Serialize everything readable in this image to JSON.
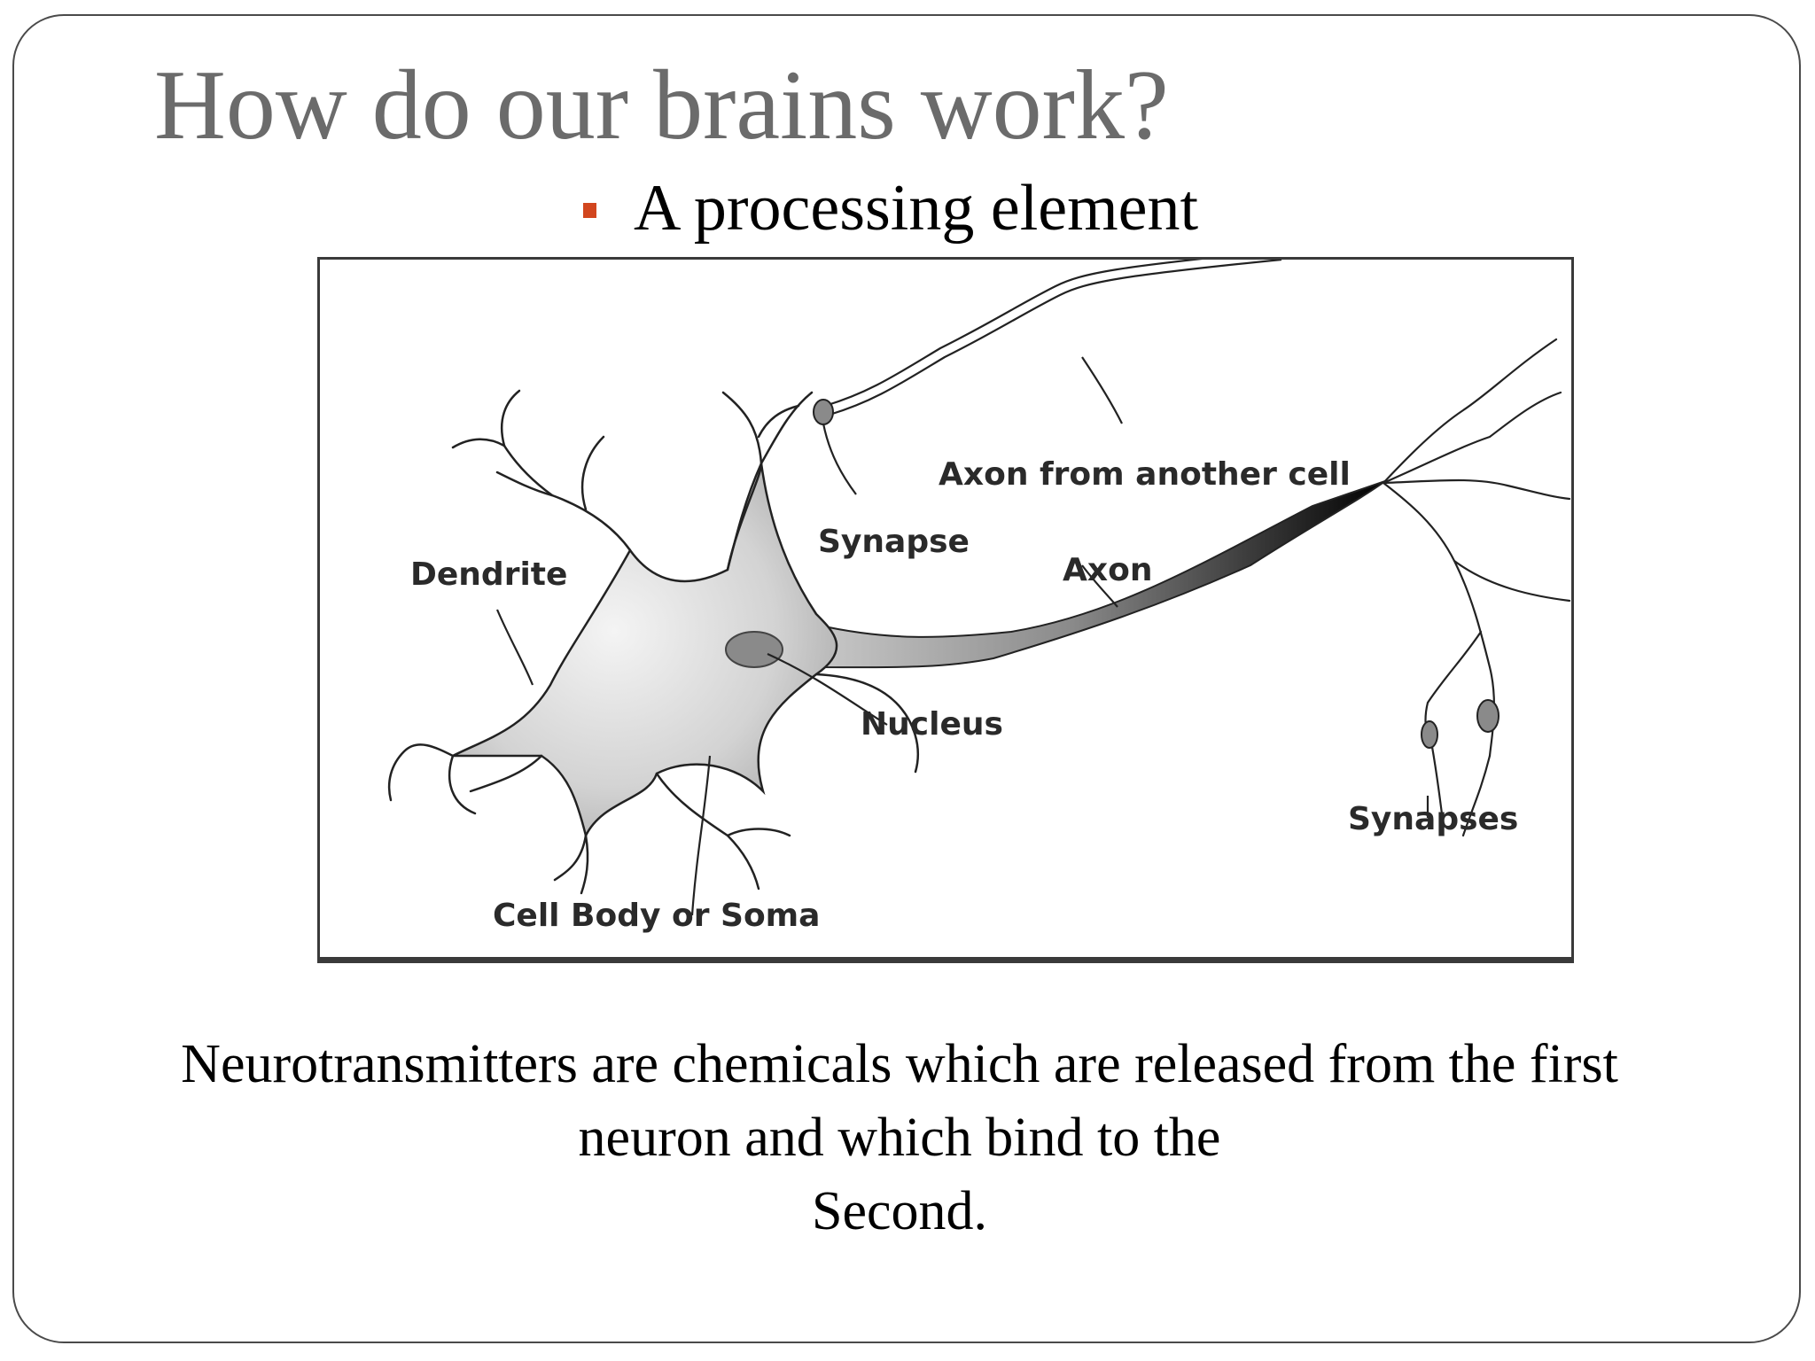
{
  "slide": {
    "title": "How do our brains work?",
    "bullet": "A processing element",
    "accent_color": "#d2461e",
    "title_color": "#6b6b6b"
  },
  "diagram": {
    "labels": {
      "axon_from_another_cell": "Axon from another cell",
      "synapse": "Synapse",
      "dendrite": "Dendrite",
      "axon": "Axon",
      "nucleus": "Nucleus",
      "synapses": "Synapses",
      "cell_body": "Cell Body or Soma"
    }
  },
  "caption": {
    "line1": "Neurotransmitters are chemicals which are released from the first",
    "line2": "neuron and which bind to the",
    "line3": "Second."
  }
}
